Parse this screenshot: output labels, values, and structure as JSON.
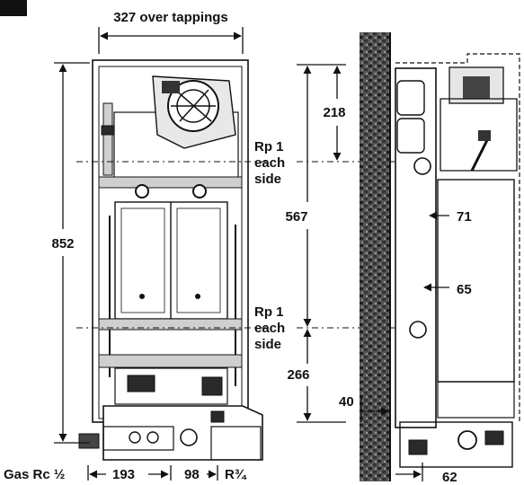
{
  "figure": {
    "top_width_label": "327 over tappings",
    "height_total_label": "852",
    "dim_218": "218",
    "dim_567": "567",
    "dim_266": "266",
    "dim_71": "71",
    "dim_65": "65",
    "dim_40": "40",
    "dim_62": "62",
    "rp_upper": [
      "Rp 1",
      "each",
      "side"
    ],
    "rp_lower": [
      "Rp 1",
      "each",
      "side"
    ],
    "gas_label": "Gas Rc ½",
    "dim_193": "193",
    "dim_98": "98",
    "r_label": "R¾"
  },
  "colors": {
    "ink": "#111111",
    "wall": "#3a3a3a",
    "paper": "#ffffff"
  }
}
